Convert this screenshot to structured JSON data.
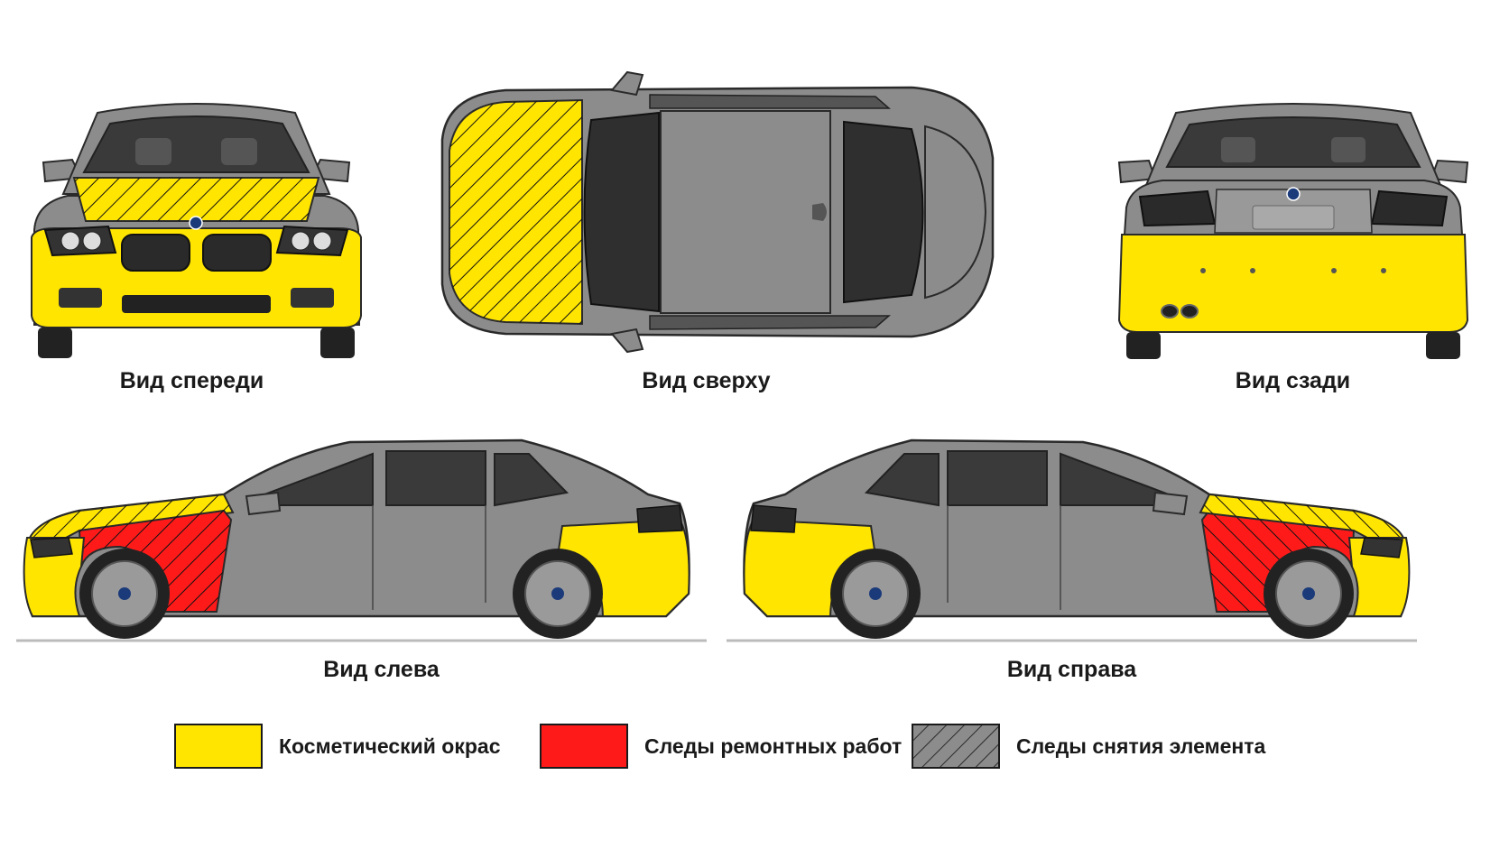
{
  "views": {
    "front": {
      "label": "Вид спереди"
    },
    "top": {
      "label": "Вид сверху"
    },
    "rear": {
      "label": "Вид сзади"
    },
    "left": {
      "label": "Вид слева"
    },
    "right": {
      "label": "Вид справа"
    }
  },
  "legend": [
    {
      "label": "Косметический окрас",
      "color": "#ffe500",
      "pattern": "solid"
    },
    {
      "label": "Следы ремонтных работ",
      "color": "#ff1a1a",
      "pattern": "solid"
    },
    {
      "label": "Следы снятия элемента",
      "color": "#8c8c8c",
      "pattern": "hatched"
    }
  ],
  "colors": {
    "body": "#8c8c8c",
    "cosmetic": "#ffe500",
    "repair": "#ff1a1a",
    "outline": "#2a2a2a"
  }
}
